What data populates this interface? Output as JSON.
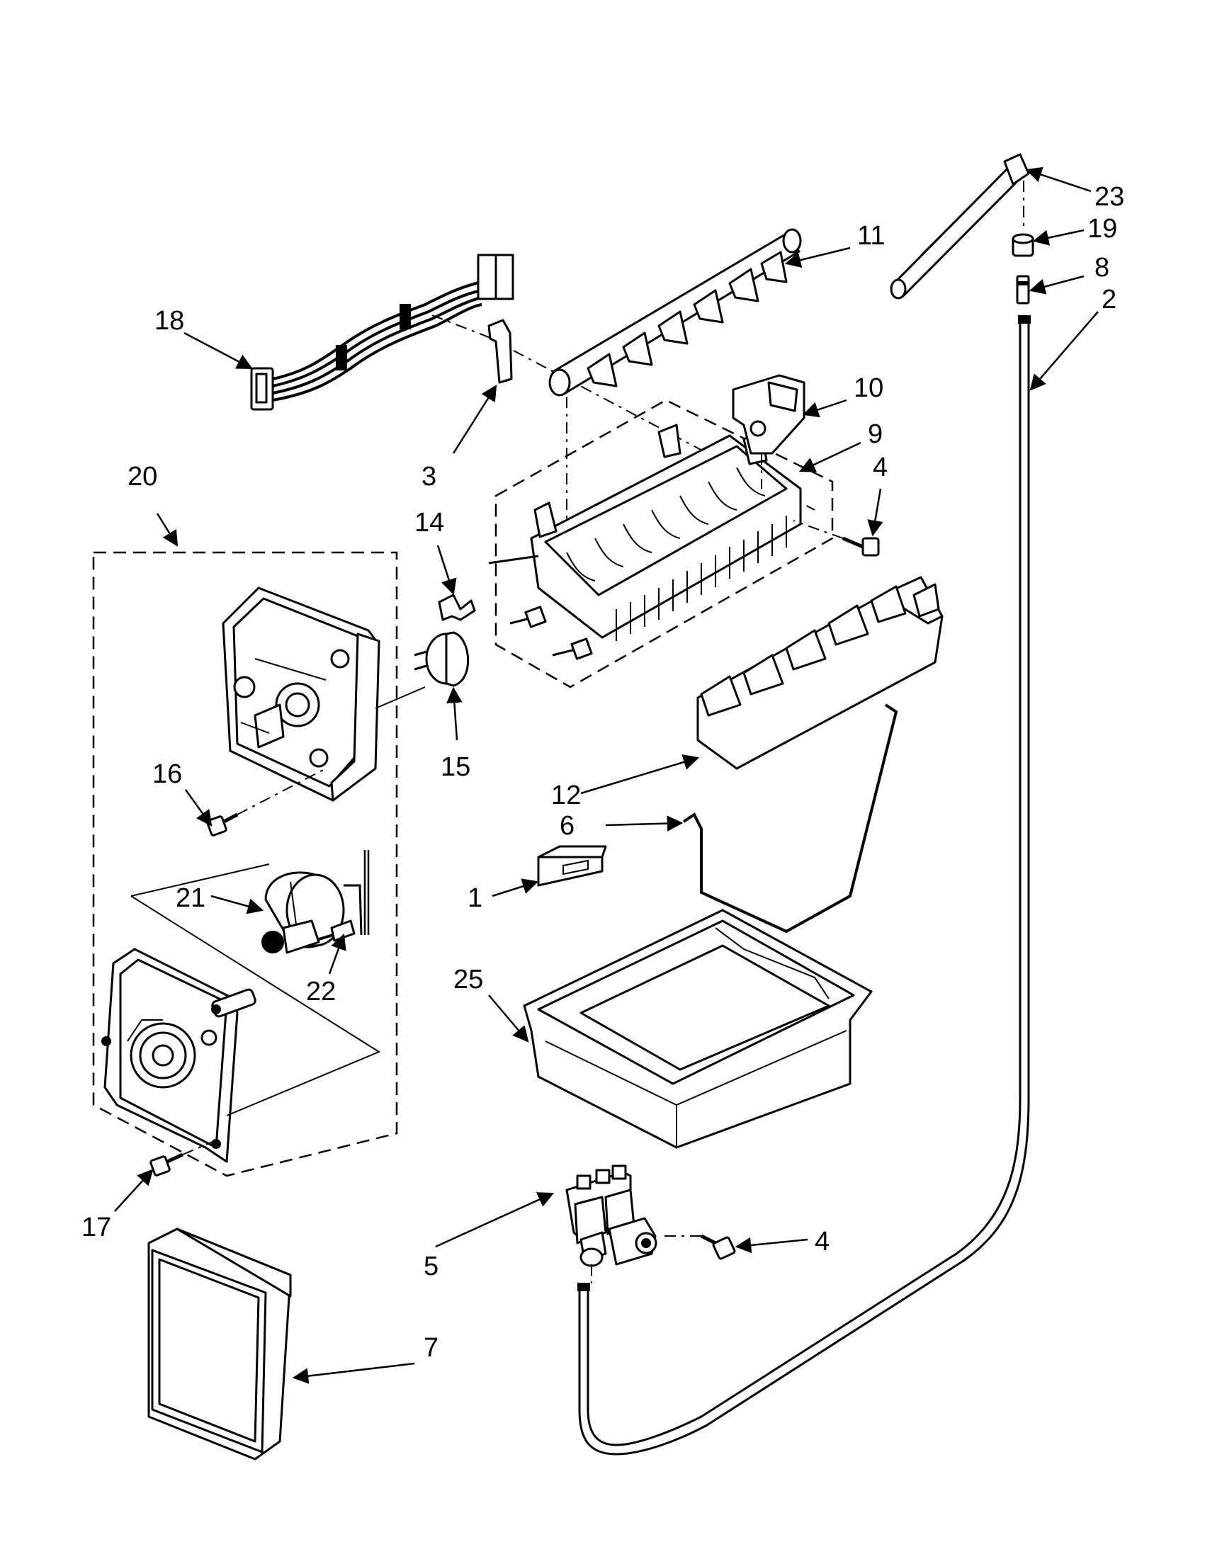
{
  "diagram": {
    "callouts": [
      {
        "id": "c1",
        "label": "1"
      },
      {
        "id": "c2",
        "label": "2"
      },
      {
        "id": "c3",
        "label": "3"
      },
      {
        "id": "c4a",
        "label": "4"
      },
      {
        "id": "c4b",
        "label": "4"
      },
      {
        "id": "c5",
        "label": "5"
      },
      {
        "id": "c6",
        "label": "6"
      },
      {
        "id": "c7",
        "label": "7"
      },
      {
        "id": "c8",
        "label": "8"
      },
      {
        "id": "c9",
        "label": "9"
      },
      {
        "id": "c10",
        "label": "10"
      },
      {
        "id": "c11",
        "label": "11"
      },
      {
        "id": "c12",
        "label": "12"
      },
      {
        "id": "c14",
        "label": "14"
      },
      {
        "id": "c15",
        "label": "15"
      },
      {
        "id": "c16",
        "label": "16"
      },
      {
        "id": "c17",
        "label": "17"
      },
      {
        "id": "c18",
        "label": "18"
      },
      {
        "id": "c19",
        "label": "19"
      },
      {
        "id": "c20",
        "label": "20"
      },
      {
        "id": "c21",
        "label": "21"
      },
      {
        "id": "c22",
        "label": "22"
      },
      {
        "id": "c23",
        "label": "23"
      },
      {
        "id": "c25",
        "label": "25"
      }
    ]
  }
}
